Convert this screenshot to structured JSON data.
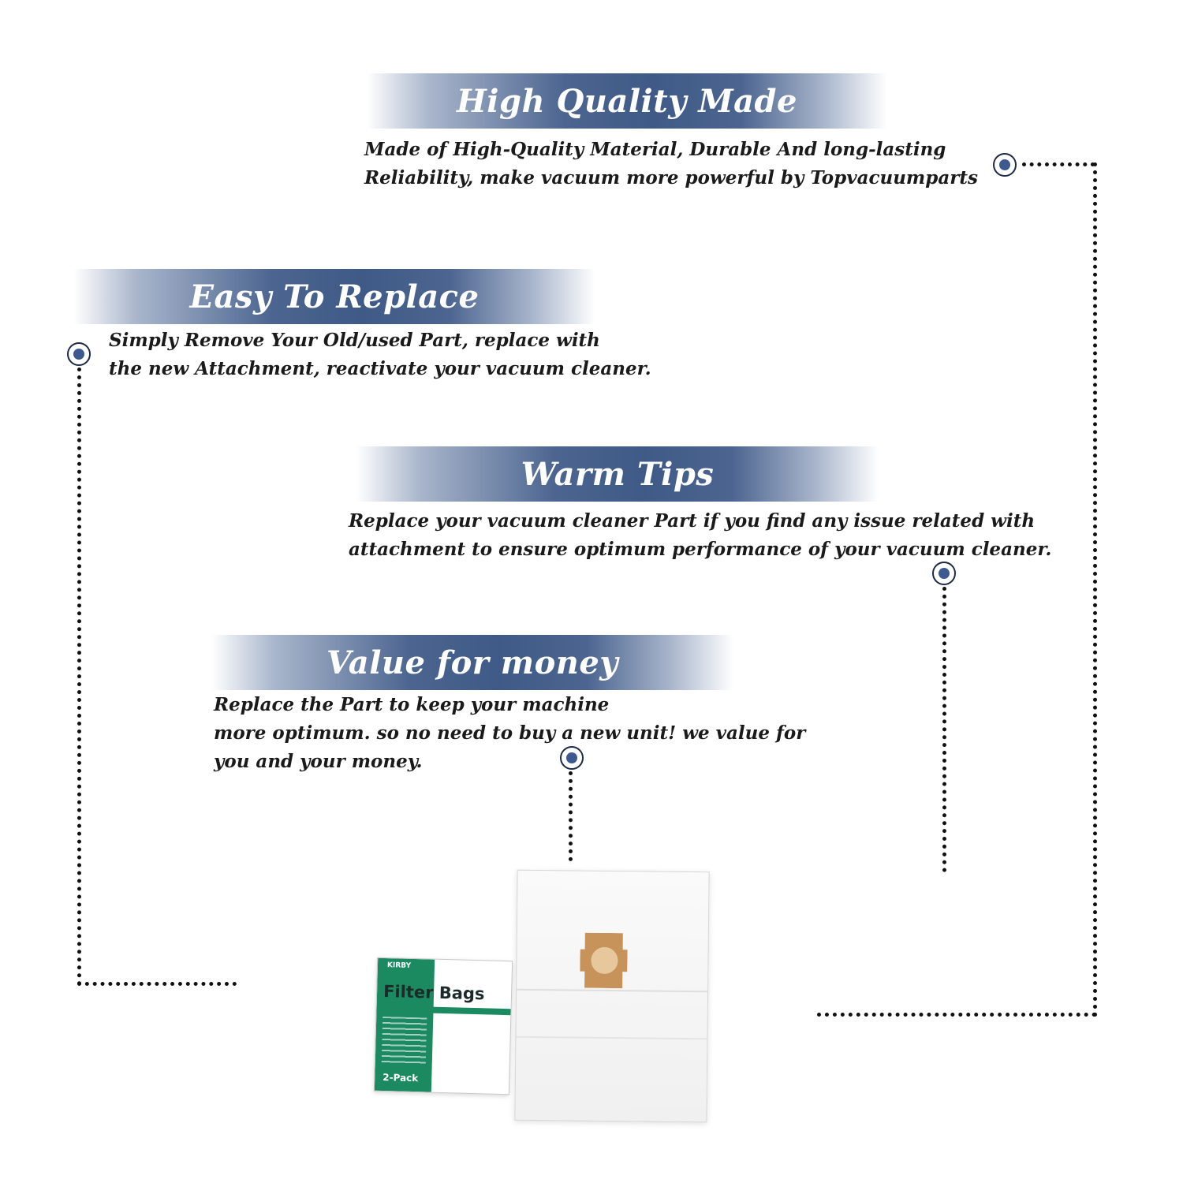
{
  "sections": [
    {
      "title": "High Quality Made",
      "lines": [
        "Made of  High-Quality Material, Durable And long-lasting",
        "Reliability, make vacuum more powerful by Topvacuumparts"
      ]
    },
    {
      "title": "Easy To Replace",
      "lines": [
        "Simply Remove Your Old/used Part, replace with",
        "the new Attachment, reactivate your vacuum cleaner."
      ]
    },
    {
      "title": "Warm Tips",
      "lines": [
        "Replace your vacuum cleaner Part if you find any issue related with",
        " attachment to ensure optimum performance of your vacuum cleaner."
      ]
    },
    {
      "title": "Value for money",
      "lines": [
        "Replace the Part to keep your machine",
        "more optimum. so no need to buy a new unit! we value for",
        "you and your money."
      ]
    }
  ],
  "product": {
    "brand": "KIRBY",
    "package_title": "Filter Bags",
    "package_count": "2-Pack"
  },
  "colors": {
    "banner_blue": "#3f5a87",
    "marker_fill": "#3d5990",
    "package_green": "#1b8a61"
  }
}
